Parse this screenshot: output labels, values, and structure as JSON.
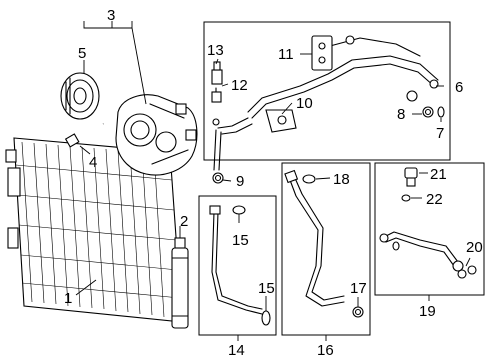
{
  "callouts": {
    "c1": "1",
    "c2": "2",
    "c3": "3",
    "c4": "4",
    "c5": "5",
    "c6": "6",
    "c7": "7",
    "c8": "8",
    "c9": "9",
    "c10": "10",
    "c11": "11",
    "c12": "12",
    "c13": "13",
    "c14": "14",
    "c15a": "15",
    "c15b": "15",
    "c16": "16",
    "c17": "17",
    "c18": "18",
    "c19": "19",
    "c20": "20",
    "c21": "21",
    "c22": "22"
  },
  "colors": {
    "ink": "#000000",
    "paper": "#ffffff"
  }
}
